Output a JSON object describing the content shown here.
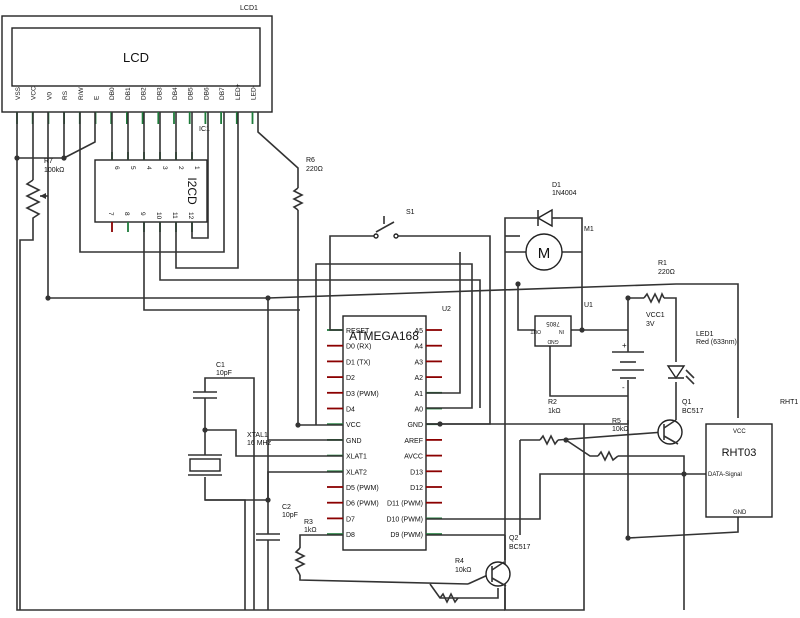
{
  "lcd": {
    "ref": "LCD1",
    "name": "LCD",
    "pins": [
      "VSS",
      "VCC",
      "V0",
      "RS",
      "R/W",
      "E",
      "DB0",
      "DB1",
      "DB2",
      "DB3",
      "DB4",
      "DB5",
      "DB6",
      "DB7",
      "LED+",
      "LED-"
    ]
  },
  "i2c": {
    "ref": "IC1",
    "name": "I2CD",
    "top_pins": [
      "6",
      "5",
      "4",
      "3",
      "2",
      "1"
    ],
    "bottom_pins": [
      "7",
      "8",
      "9",
      "10",
      "11",
      "12"
    ]
  },
  "mcu": {
    "ref": "U2",
    "name": "ATMEGA168",
    "left_pins": [
      "RESET",
      "D0 (RX)",
      "D1 (TX)",
      "D2",
      "D3 (PWM)",
      "D4",
      "VCC",
      "GND",
      "XLAT1",
      "XLAT2",
      "D5 (PWM)",
      "D6 (PWM)",
      "D7",
      "D8"
    ],
    "right_pins": [
      "A5",
      "A4",
      "A3",
      "A2",
      "A1",
      "A0",
      "GND",
      "AREF",
      "AVCC",
      "D13",
      "D12",
      "D11 (PWM)",
      "D10 (PWM)",
      "D9 (PWM)"
    ]
  },
  "parts": {
    "r7": {
      "ref": "R7",
      "val": "100kΩ"
    },
    "r6": {
      "ref": "R6",
      "val": "220Ω"
    },
    "s1": {
      "ref": "S1"
    },
    "d1": {
      "ref": "D1",
      "val": "1N4004"
    },
    "m1": {
      "ref": "M1",
      "sym": "M"
    },
    "r1": {
      "ref": "R1",
      "val": "220Ω"
    },
    "u1": {
      "ref": "U1",
      "name": "7805",
      "in": "IN",
      "out": "OUT",
      "gnd": "GND"
    },
    "vcc1": {
      "ref": "VCC1",
      "val": "3V"
    },
    "led1": {
      "ref": "LED1",
      "val": "Red (633nm)"
    },
    "r2": {
      "ref": "R2",
      "val": "1kΩ"
    },
    "q1": {
      "ref": "Q1",
      "val": "BC517"
    },
    "r5": {
      "ref": "R5",
      "val": "10kΩ"
    },
    "rht": {
      "ref": "RHT1",
      "name": "RHT03",
      "vcc": "VCC",
      "data": "DATA-Signal",
      "gnd": "GND"
    },
    "c1": {
      "ref": "C1",
      "val": "10pF"
    },
    "xtal": {
      "ref": "XTAL1",
      "val": "16 MHz"
    },
    "c2": {
      "ref": "C2",
      "val": "10pF"
    },
    "r3": {
      "ref": "R3",
      "val": "1kΩ"
    },
    "q2": {
      "ref": "Q2",
      "val": "BC517"
    },
    "r4": {
      "ref": "R4",
      "val": "10kΩ"
    }
  }
}
